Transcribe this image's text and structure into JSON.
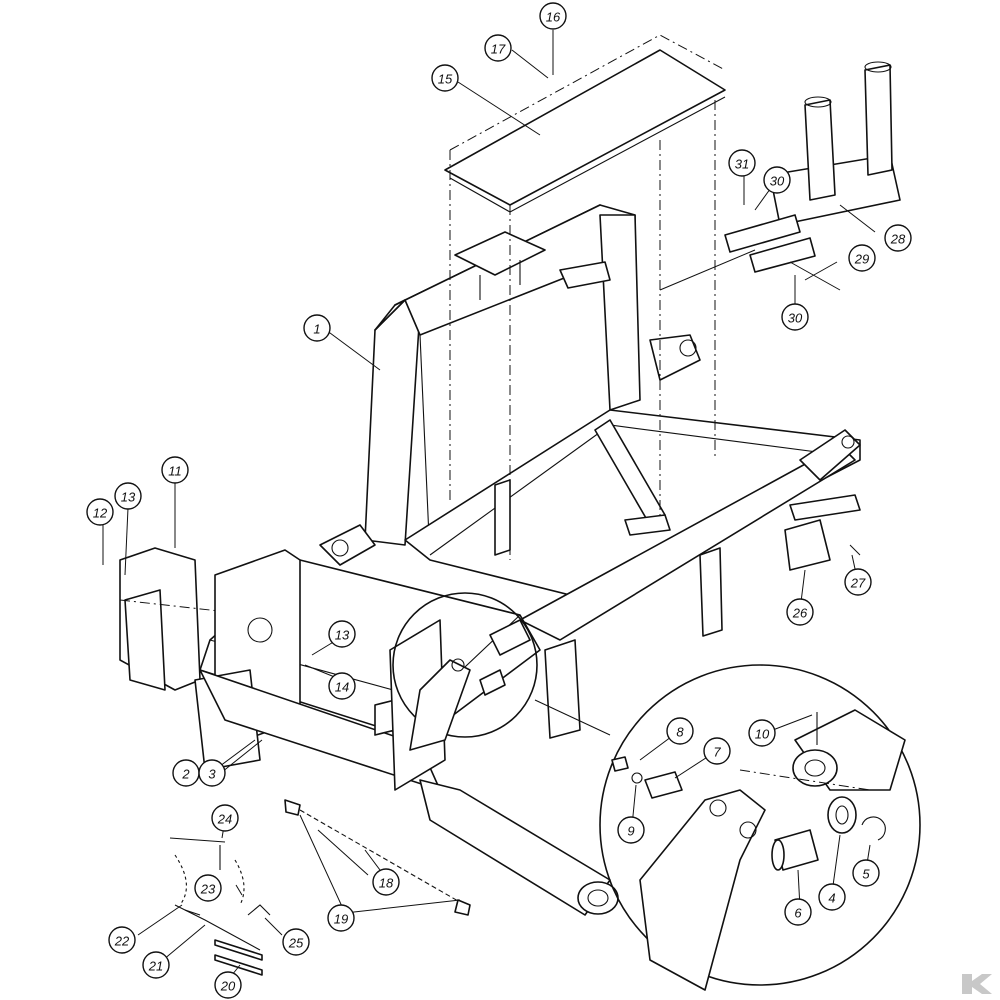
{
  "callouts": [
    {
      "id": "c1",
      "label": "1"
    },
    {
      "id": "c2",
      "label": "2"
    },
    {
      "id": "c3",
      "label": "3"
    },
    {
      "id": "c4",
      "label": "4"
    },
    {
      "id": "c5",
      "label": "5"
    },
    {
      "id": "c6",
      "label": "6"
    },
    {
      "id": "c7",
      "label": "7"
    },
    {
      "id": "c8",
      "label": "8"
    },
    {
      "id": "c9",
      "label": "9"
    },
    {
      "id": "c10",
      "label": "10"
    },
    {
      "id": "c11",
      "label": "11"
    },
    {
      "id": "c12",
      "label": "12"
    },
    {
      "id": "c13a",
      "label": "13"
    },
    {
      "id": "c13b",
      "label": "13"
    },
    {
      "id": "c14",
      "label": "14"
    },
    {
      "id": "c15",
      "label": "15"
    },
    {
      "id": "c16",
      "label": "16"
    },
    {
      "id": "c17",
      "label": "17"
    },
    {
      "id": "c18",
      "label": "18"
    },
    {
      "id": "c19",
      "label": "19"
    },
    {
      "id": "c20",
      "label": "20"
    },
    {
      "id": "c21",
      "label": "21"
    },
    {
      "id": "c22",
      "label": "22"
    },
    {
      "id": "c23",
      "label": "23"
    },
    {
      "id": "c24",
      "label": "24"
    },
    {
      "id": "c25",
      "label": "25"
    },
    {
      "id": "c26",
      "label": "26"
    },
    {
      "id": "c27",
      "label": "27"
    },
    {
      "id": "c28",
      "label": "28"
    },
    {
      "id": "c29",
      "label": "29"
    },
    {
      "id": "c30a",
      "label": "30"
    },
    {
      "id": "c30b",
      "label": "30"
    },
    {
      "id": "c31",
      "label": "31"
    }
  ],
  "logo": {
    "brand_color": "#c8c8c8",
    "icon": "brand-logo-icon"
  }
}
